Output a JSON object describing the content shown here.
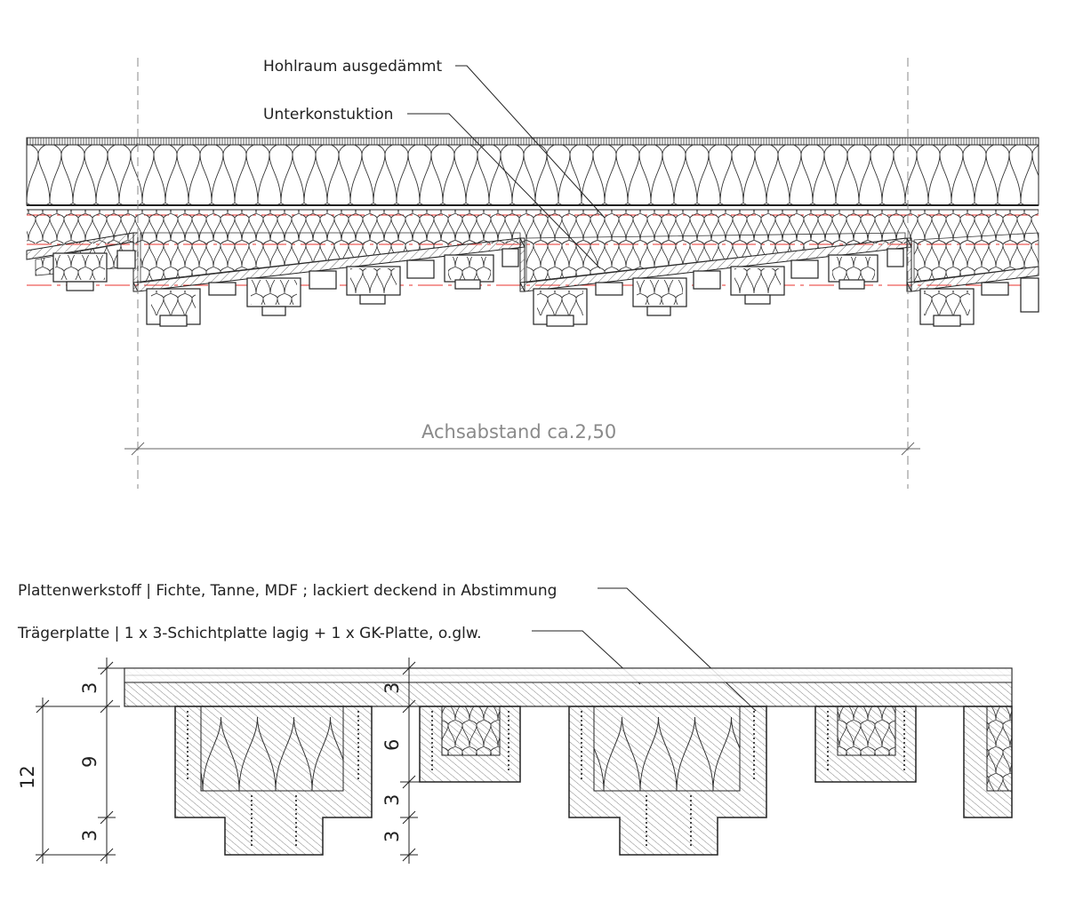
{
  "top_section": {
    "label_hohlraum": "Hohlraum ausgedämmt",
    "label_unterkonstruktion": "Unterkonstuktion",
    "axis_dimension": "Achsabstand ca.2,50"
  },
  "bottom_section": {
    "label_plattenwerkstoff": "Plattenwerkstoff | Fichte, Tanne, MDF ; lackiert deckend in Abstimmung",
    "label_traegerplatte": "Trägerplatte | 1 x 3-Schichtplatte lagig + 1 x GK-Platte, o.glw.",
    "dims_left": {
      "total": "12",
      "top": "3",
      "middle": "9",
      "bottom": "3"
    },
    "dims_right": {
      "top": "3",
      "middle": "6",
      "lower1": "3",
      "lower2": "3"
    }
  },
  "colors": {
    "line": "#222222",
    "red_dashed": "#e8332e",
    "hatch": "#555555",
    "dim_gray": "#8a8a8a"
  }
}
